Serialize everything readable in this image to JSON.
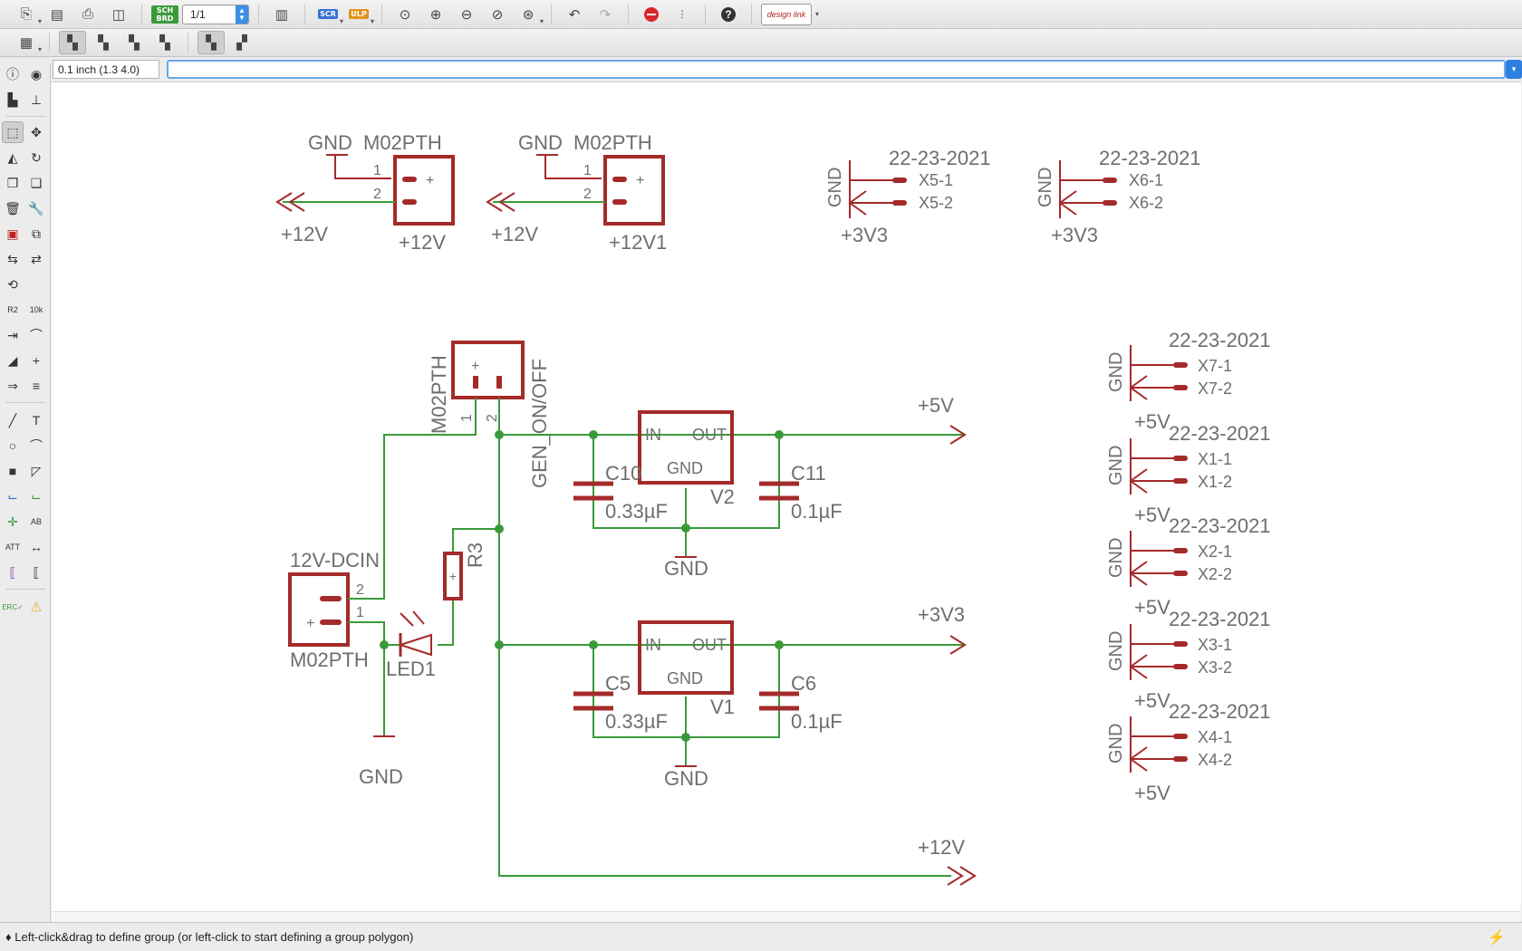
{
  "toolbar": {
    "sheet_value": "1/1",
    "buttons": [
      {
        "name": "open-icon",
        "glyph": "⎙"
      },
      {
        "name": "save-icon",
        "glyph": "💾"
      },
      {
        "name": "print-icon",
        "glyph": "🖶"
      },
      {
        "name": "cam-icon",
        "glyph": "▣"
      }
    ],
    "sch_brd_label": "SCH BRD",
    "scr_label": "SCR",
    "ulp_label": "ULP",
    "design_link_label": "design link",
    "help_glyph": "?"
  },
  "cmdbar": {
    "coordinate": "0.1 inch (1.3 4.0)",
    "command_value": ""
  },
  "status": {
    "message": "♦ Left-click&drag to define group (or left-click to start defining a group polygon)"
  },
  "schematic": {
    "colors": {
      "part": "#a52a2a",
      "wire": "#3a9a3a",
      "text": "#6e6e6e",
      "dot": "#3a9a3a"
    },
    "top_connectors": [
      {
        "gnd": "GND",
        "name": "M02PTH",
        "pin1": "1",
        "pin2": "2",
        "supply": "+12V",
        "value": "+12V"
      },
      {
        "gnd": "GND",
        "name": "M02PTH",
        "pin1": "1",
        "pin2": "2",
        "supply": "+12V",
        "value": "+12V1"
      }
    ],
    "right_top_headers": [
      {
        "value": "22-23-2021",
        "gnd": "GND",
        "p1": "X5-1",
        "p2": "X5-2",
        "supply": "+3V3"
      },
      {
        "value": "22-23-2021",
        "gnd": "GND",
        "p1": "X6-1",
        "p2": "X6-2",
        "supply": "+3V3"
      }
    ],
    "right_column_headers": [
      {
        "value": "22-23-2021",
        "gnd": "GND",
        "p1": "X7-1",
        "p2": "X7-2",
        "supply": "+5V"
      },
      {
        "value": "22-23-2021",
        "gnd": "GND",
        "p1": "X1-1",
        "p2": "X1-2",
        "supply": "+5V"
      },
      {
        "value": "22-23-2021",
        "gnd": "GND",
        "p1": "X2-1",
        "p2": "X2-2",
        "supply": "+5V"
      },
      {
        "value": "22-23-2021",
        "gnd": "GND",
        "p1": "X3-1",
        "p2": "X3-2",
        "supply": "+5V"
      },
      {
        "value": "22-23-2021",
        "gnd": "GND",
        "p1": "X4-1",
        "p2": "X4-2",
        "supply": "+5V"
      }
    ],
    "switch": {
      "name": "M02PTH",
      "value": "GEN_ON/OFF",
      "pin1": "1",
      "pin2": "2"
    },
    "dc_jack": {
      "name": "12V-DCIN",
      "value": "M02PTH",
      "pin1": "1",
      "pin2": "2"
    },
    "resistor": {
      "name": "R3"
    },
    "led": {
      "name": "LED1"
    },
    "reg_5v": {
      "name": "V2",
      "in": "IN",
      "out": "OUT",
      "gnd": "GND",
      "supply": "+5V"
    },
    "reg_3v3": {
      "name": "V1",
      "in": "IN",
      "out": "OUT",
      "gnd": "GND",
      "supply": "+3V3"
    },
    "caps": [
      {
        "name": "C10",
        "value": "0.33µF"
      },
      {
        "name": "C11",
        "value": "0.1µF"
      },
      {
        "name": "C5",
        "value": "0.33µF"
      },
      {
        "name": "C6",
        "value": "0.1µF"
      }
    ],
    "gnd_label": "GND",
    "supply_12v": "+12V"
  }
}
